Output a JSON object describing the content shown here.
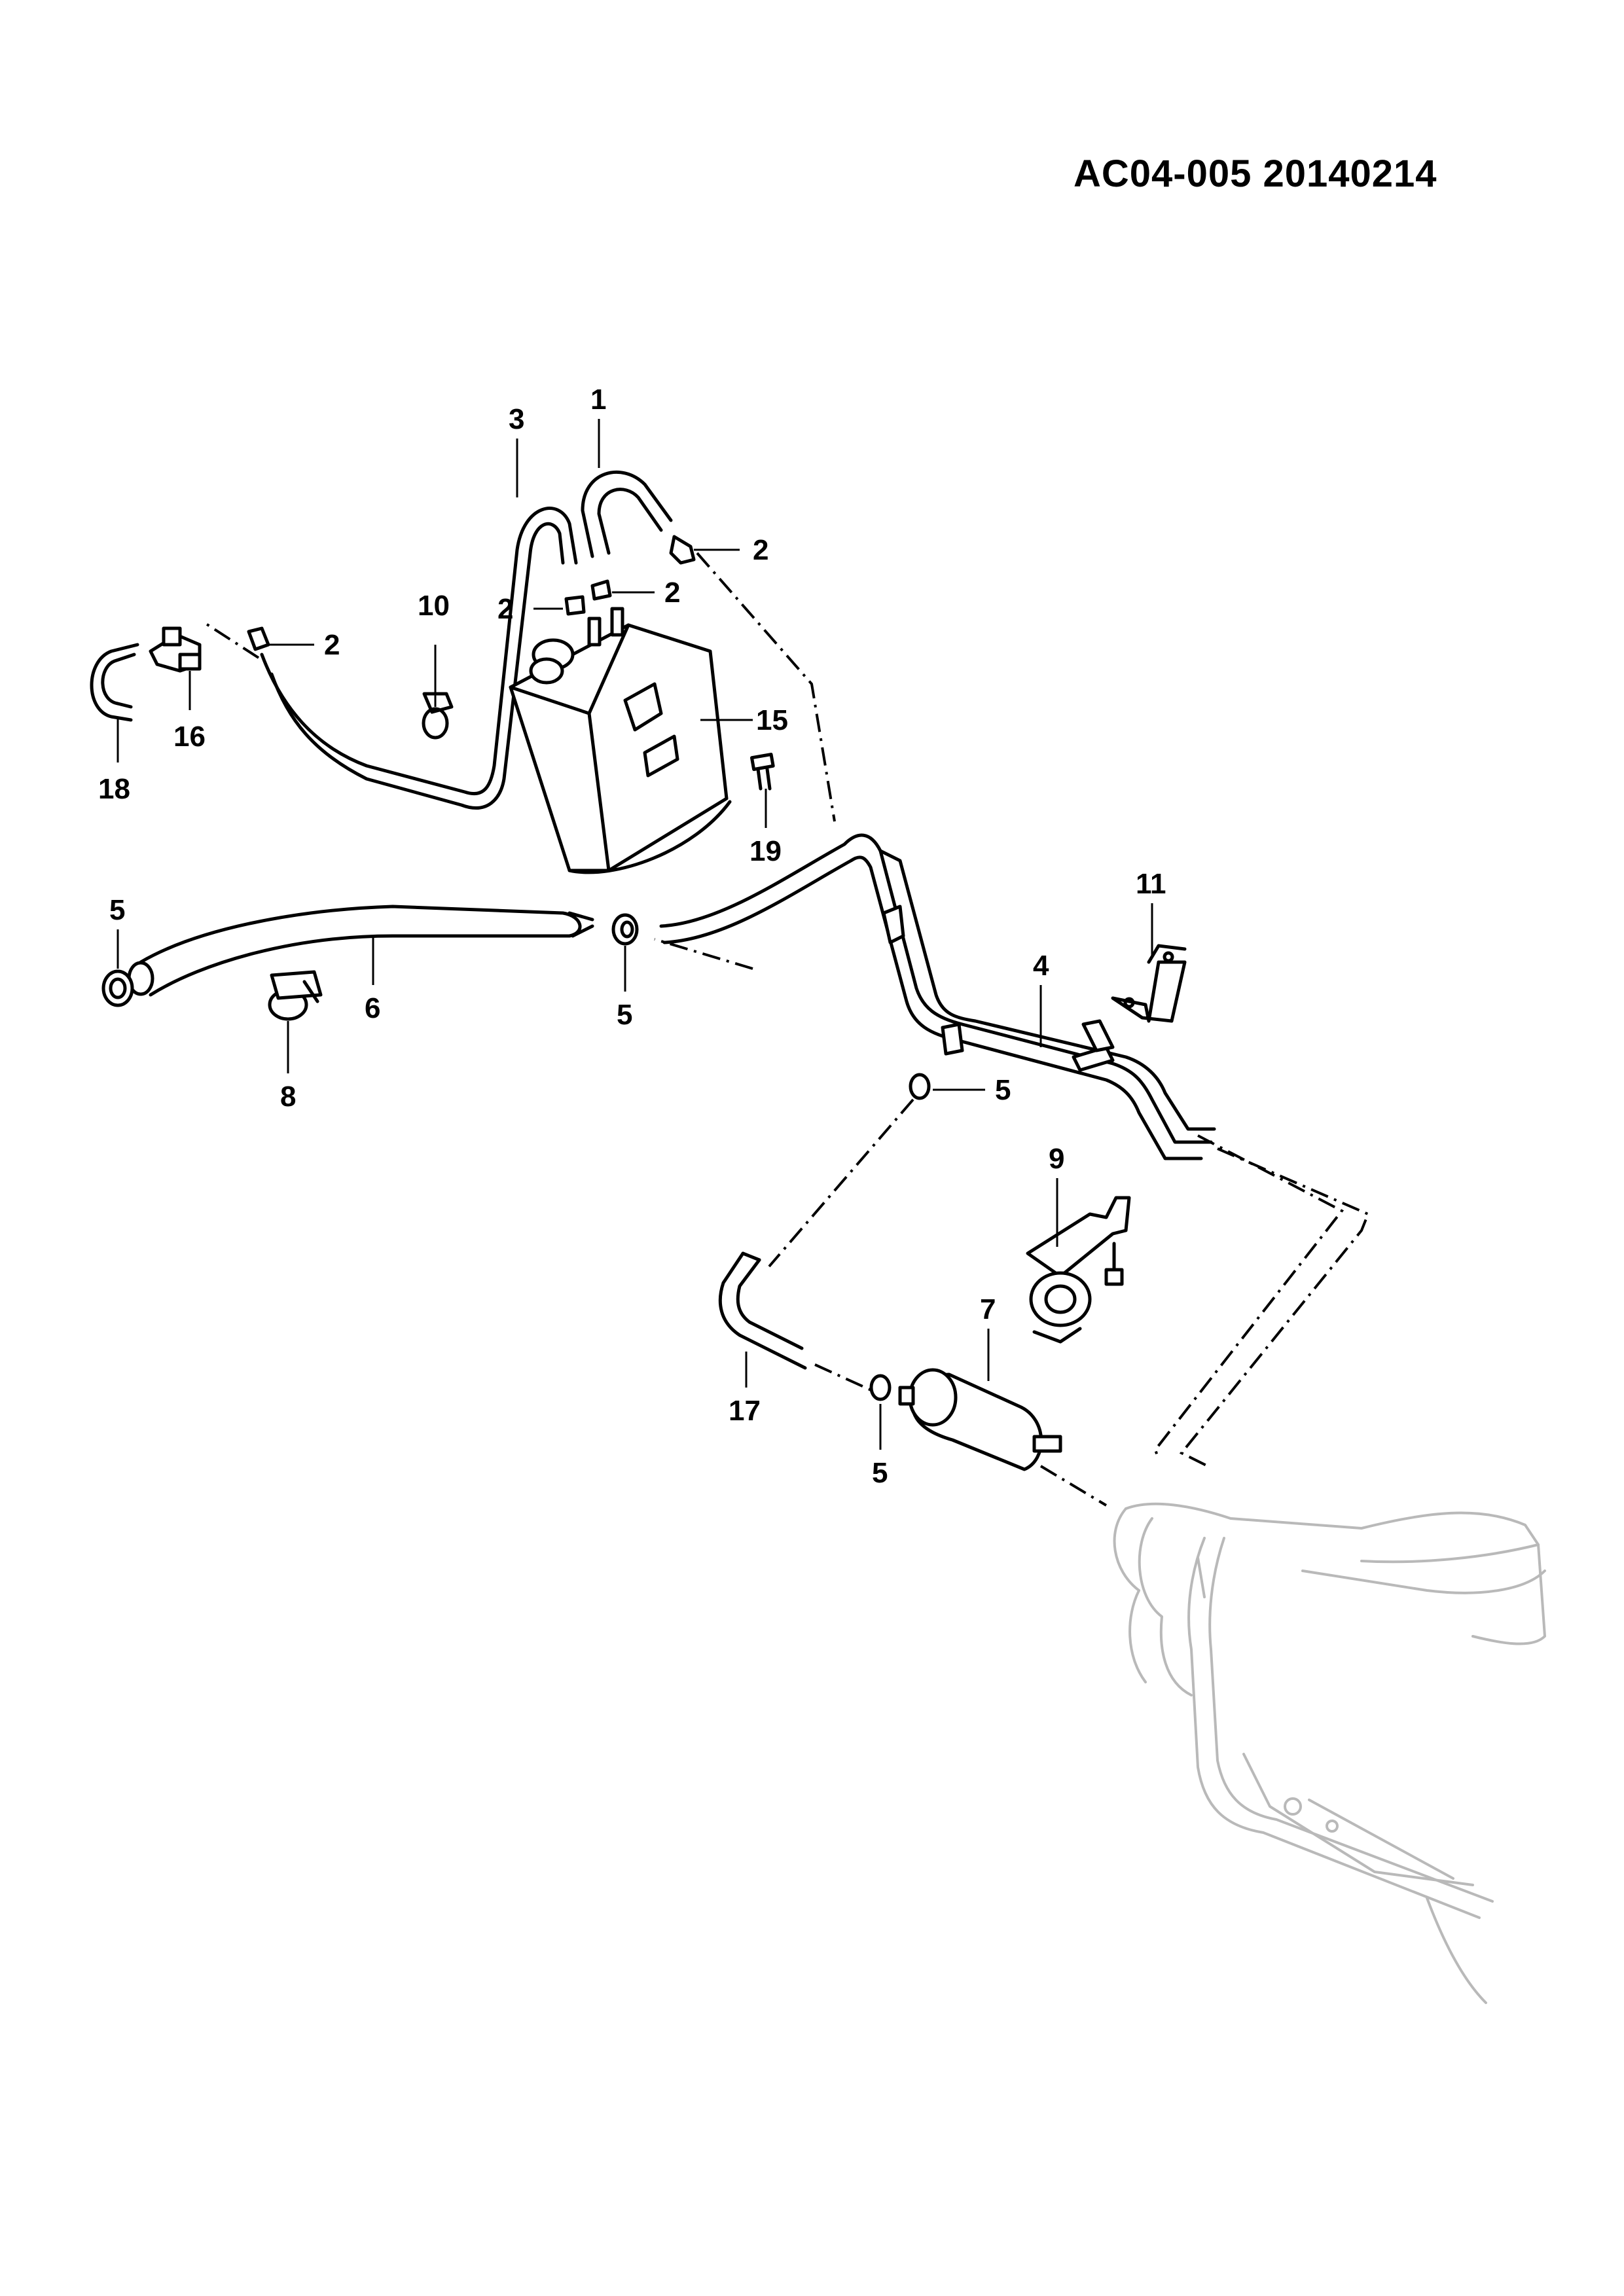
{
  "header": {
    "code": "AC04-005  20140214"
  },
  "callouts": [
    {
      "label": "1"
    },
    {
      "label": "3"
    },
    {
      "label": "2"
    },
    {
      "label": "2"
    },
    {
      "label": "2"
    },
    {
      "label": "10"
    },
    {
      "label": "2"
    },
    {
      "label": "16"
    },
    {
      "label": "18"
    },
    {
      "label": "15"
    },
    {
      "label": "19"
    },
    {
      "label": "5"
    },
    {
      "label": "6"
    },
    {
      "label": "5"
    },
    {
      "label": "8"
    },
    {
      "label": "11"
    },
    {
      "label": "4"
    },
    {
      "label": "5"
    },
    {
      "label": "9"
    },
    {
      "label": "7"
    },
    {
      "label": "17"
    },
    {
      "label": "5"
    }
  ]
}
